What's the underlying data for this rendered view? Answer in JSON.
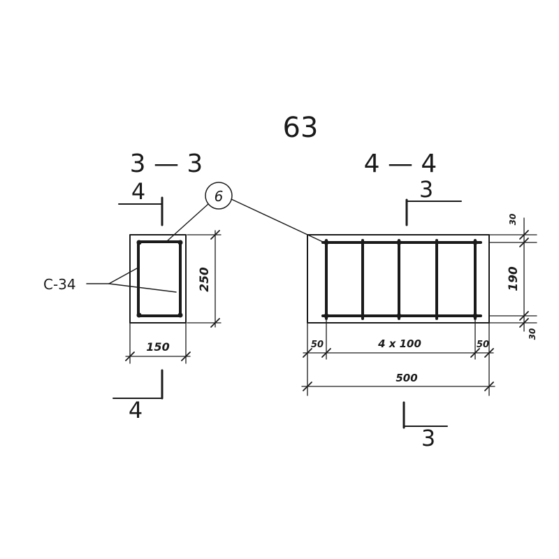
{
  "sheet": {
    "number": "63"
  },
  "section_left": {
    "title": "3 — 3",
    "cut_mark_top": "4",
    "cut_mark_bottom": "4",
    "label_callout": "С-34",
    "dim_width": "150",
    "dim_height": "250"
  },
  "section_right": {
    "title": "4 — 4",
    "cut_mark_top": "3",
    "cut_mark_bottom": "3",
    "dim_left_edge": "50",
    "dim_spacing": "4 x 100",
    "dim_right_edge": "50",
    "dim_overall": "500",
    "dim_top_cover": "30",
    "dim_middle": "190",
    "dim_bottom_cover": "30"
  },
  "shared": {
    "position_bubble": "6"
  }
}
